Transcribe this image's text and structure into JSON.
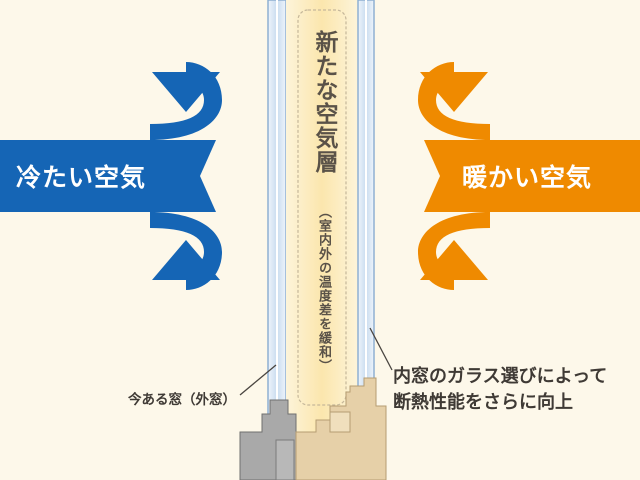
{
  "labels": {
    "cold_air": "冷たい空気",
    "warm_air": "暖かい空気",
    "new_air_layer": "新たな空気層",
    "new_air_layer_note": "（室内外の温度差を緩和）",
    "outer_window": "今ある窓（外窓）",
    "inner_window_line1": "内窓のガラス選びによって",
    "inner_window_line2": "断熱性能をさらに向上"
  },
  "colors": {
    "background": "#fdf8ea",
    "cold_arrow": "#1565b5",
    "warm_arrow": "#ef8a00",
    "air_layer": "#fbe9b7",
    "glass": "#dbe8f5",
    "outer_frame": "#a9a9a9",
    "inner_frame": "#e6d0a8",
    "text": "#3f3a35"
  },
  "icons": {
    "cold_arrow": "branching-arrow-left-icon",
    "warm_arrow": "branching-arrow-right-icon"
  }
}
